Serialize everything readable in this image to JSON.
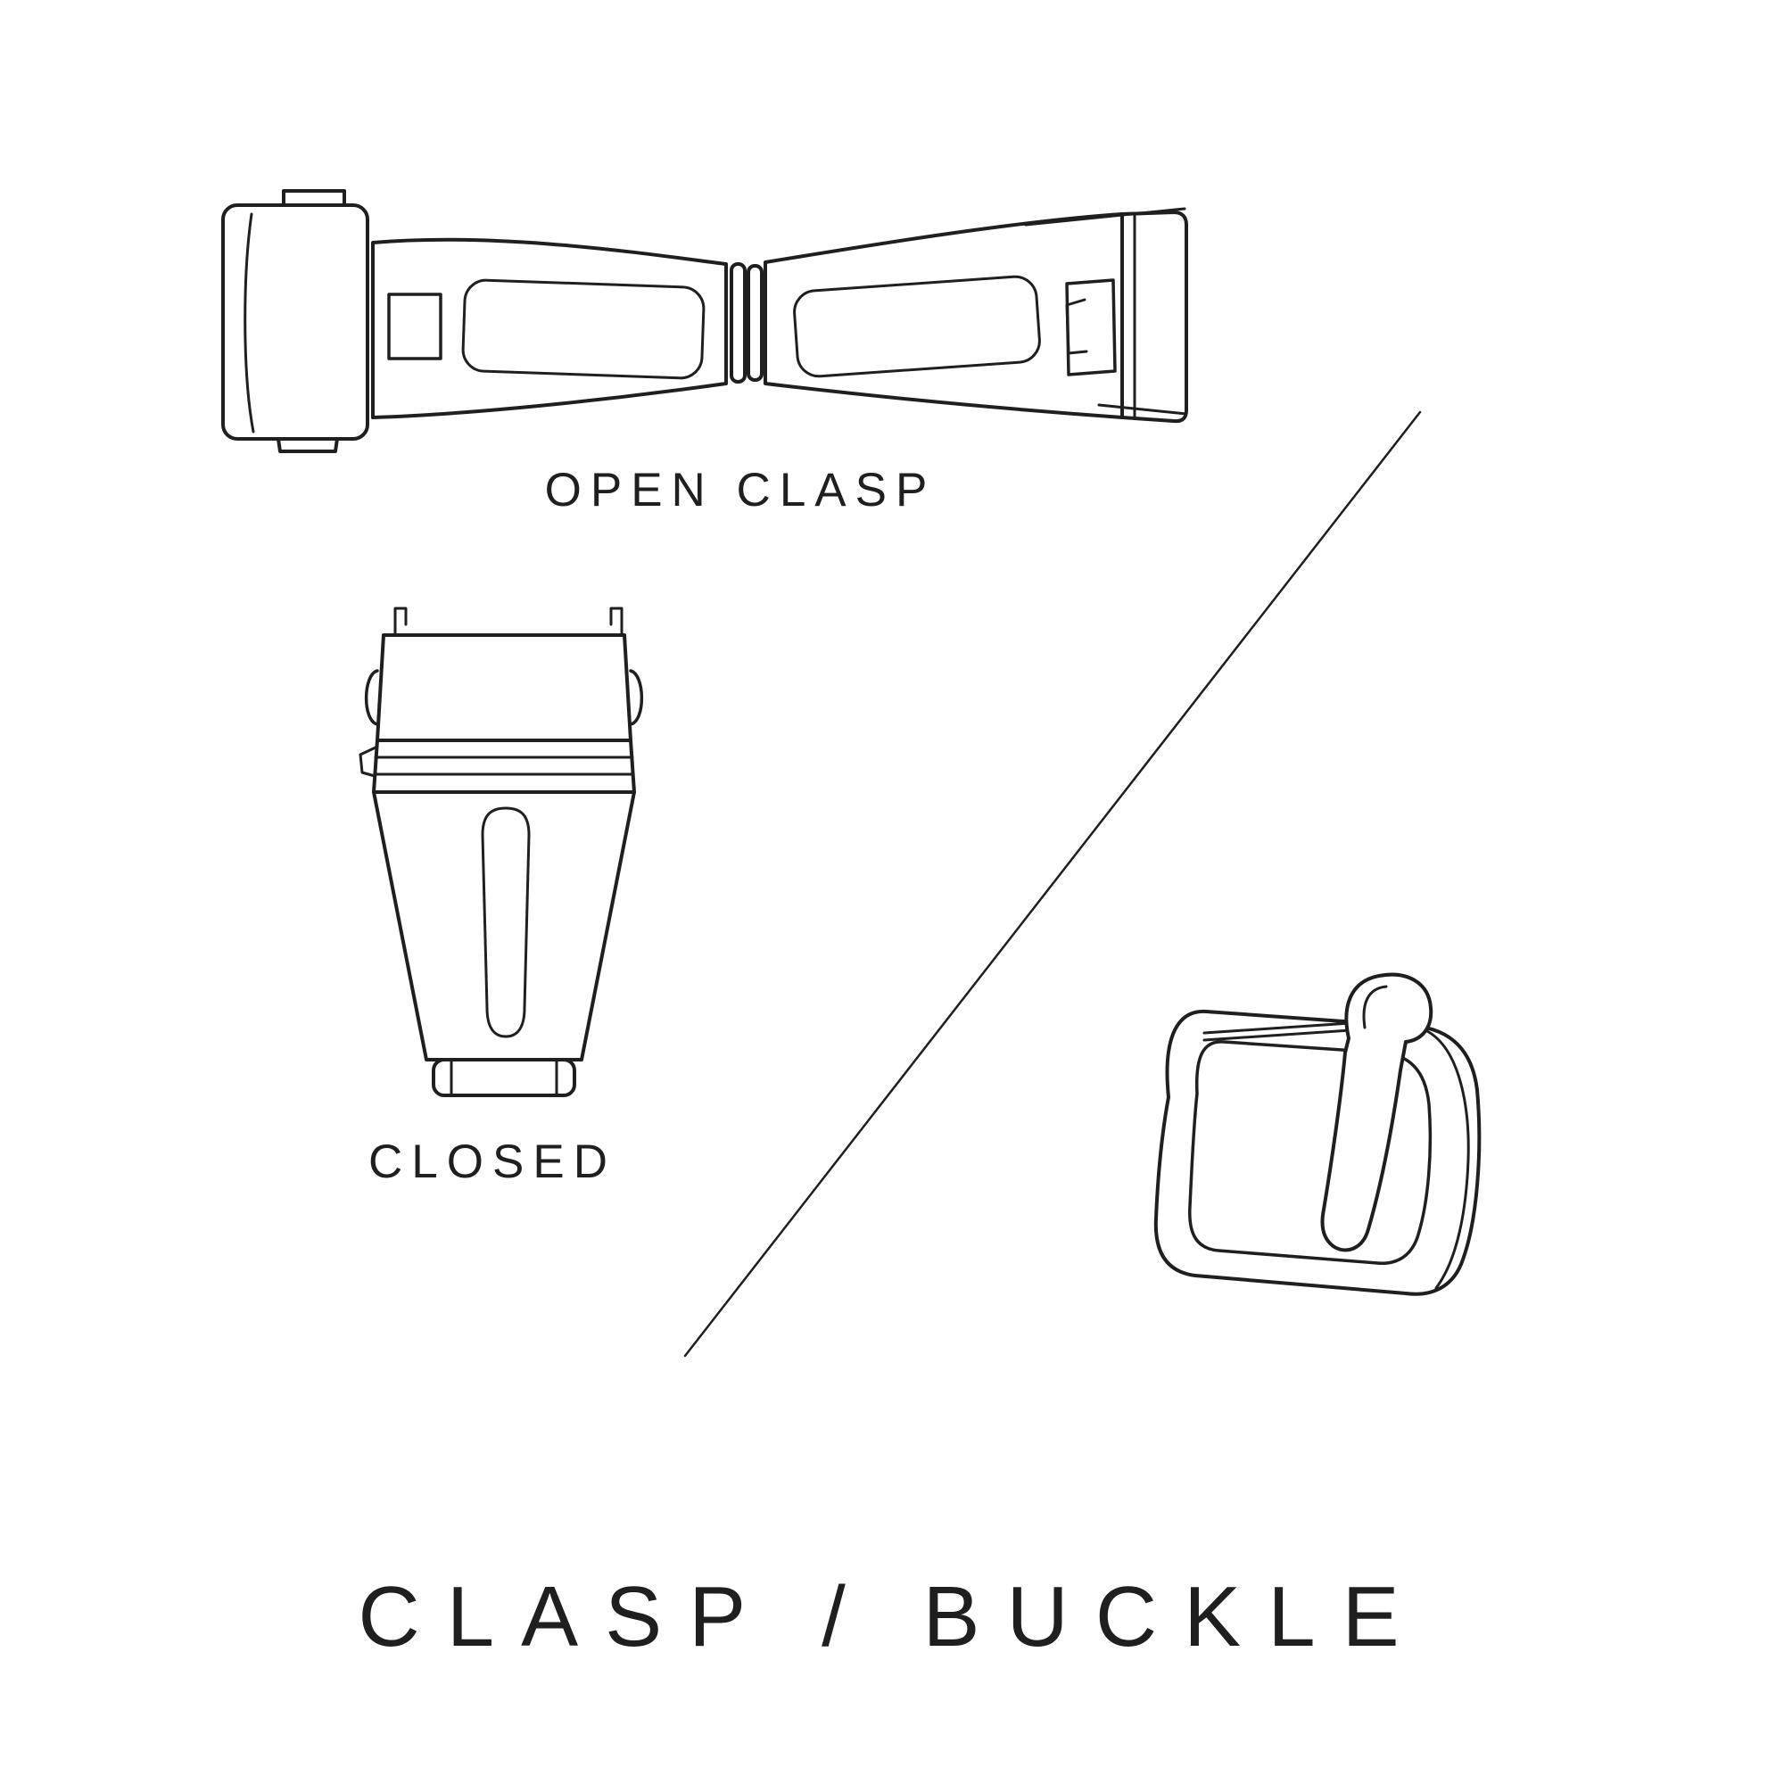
{
  "page": {
    "background": "#ffffff",
    "line_color": "#1f1f1f",
    "text_color": "#1f1f1f"
  },
  "labels": {
    "open_clasp": "OPEN CLASP",
    "closed": "CLOSED",
    "title": "CLASP / BUCKLE"
  }
}
